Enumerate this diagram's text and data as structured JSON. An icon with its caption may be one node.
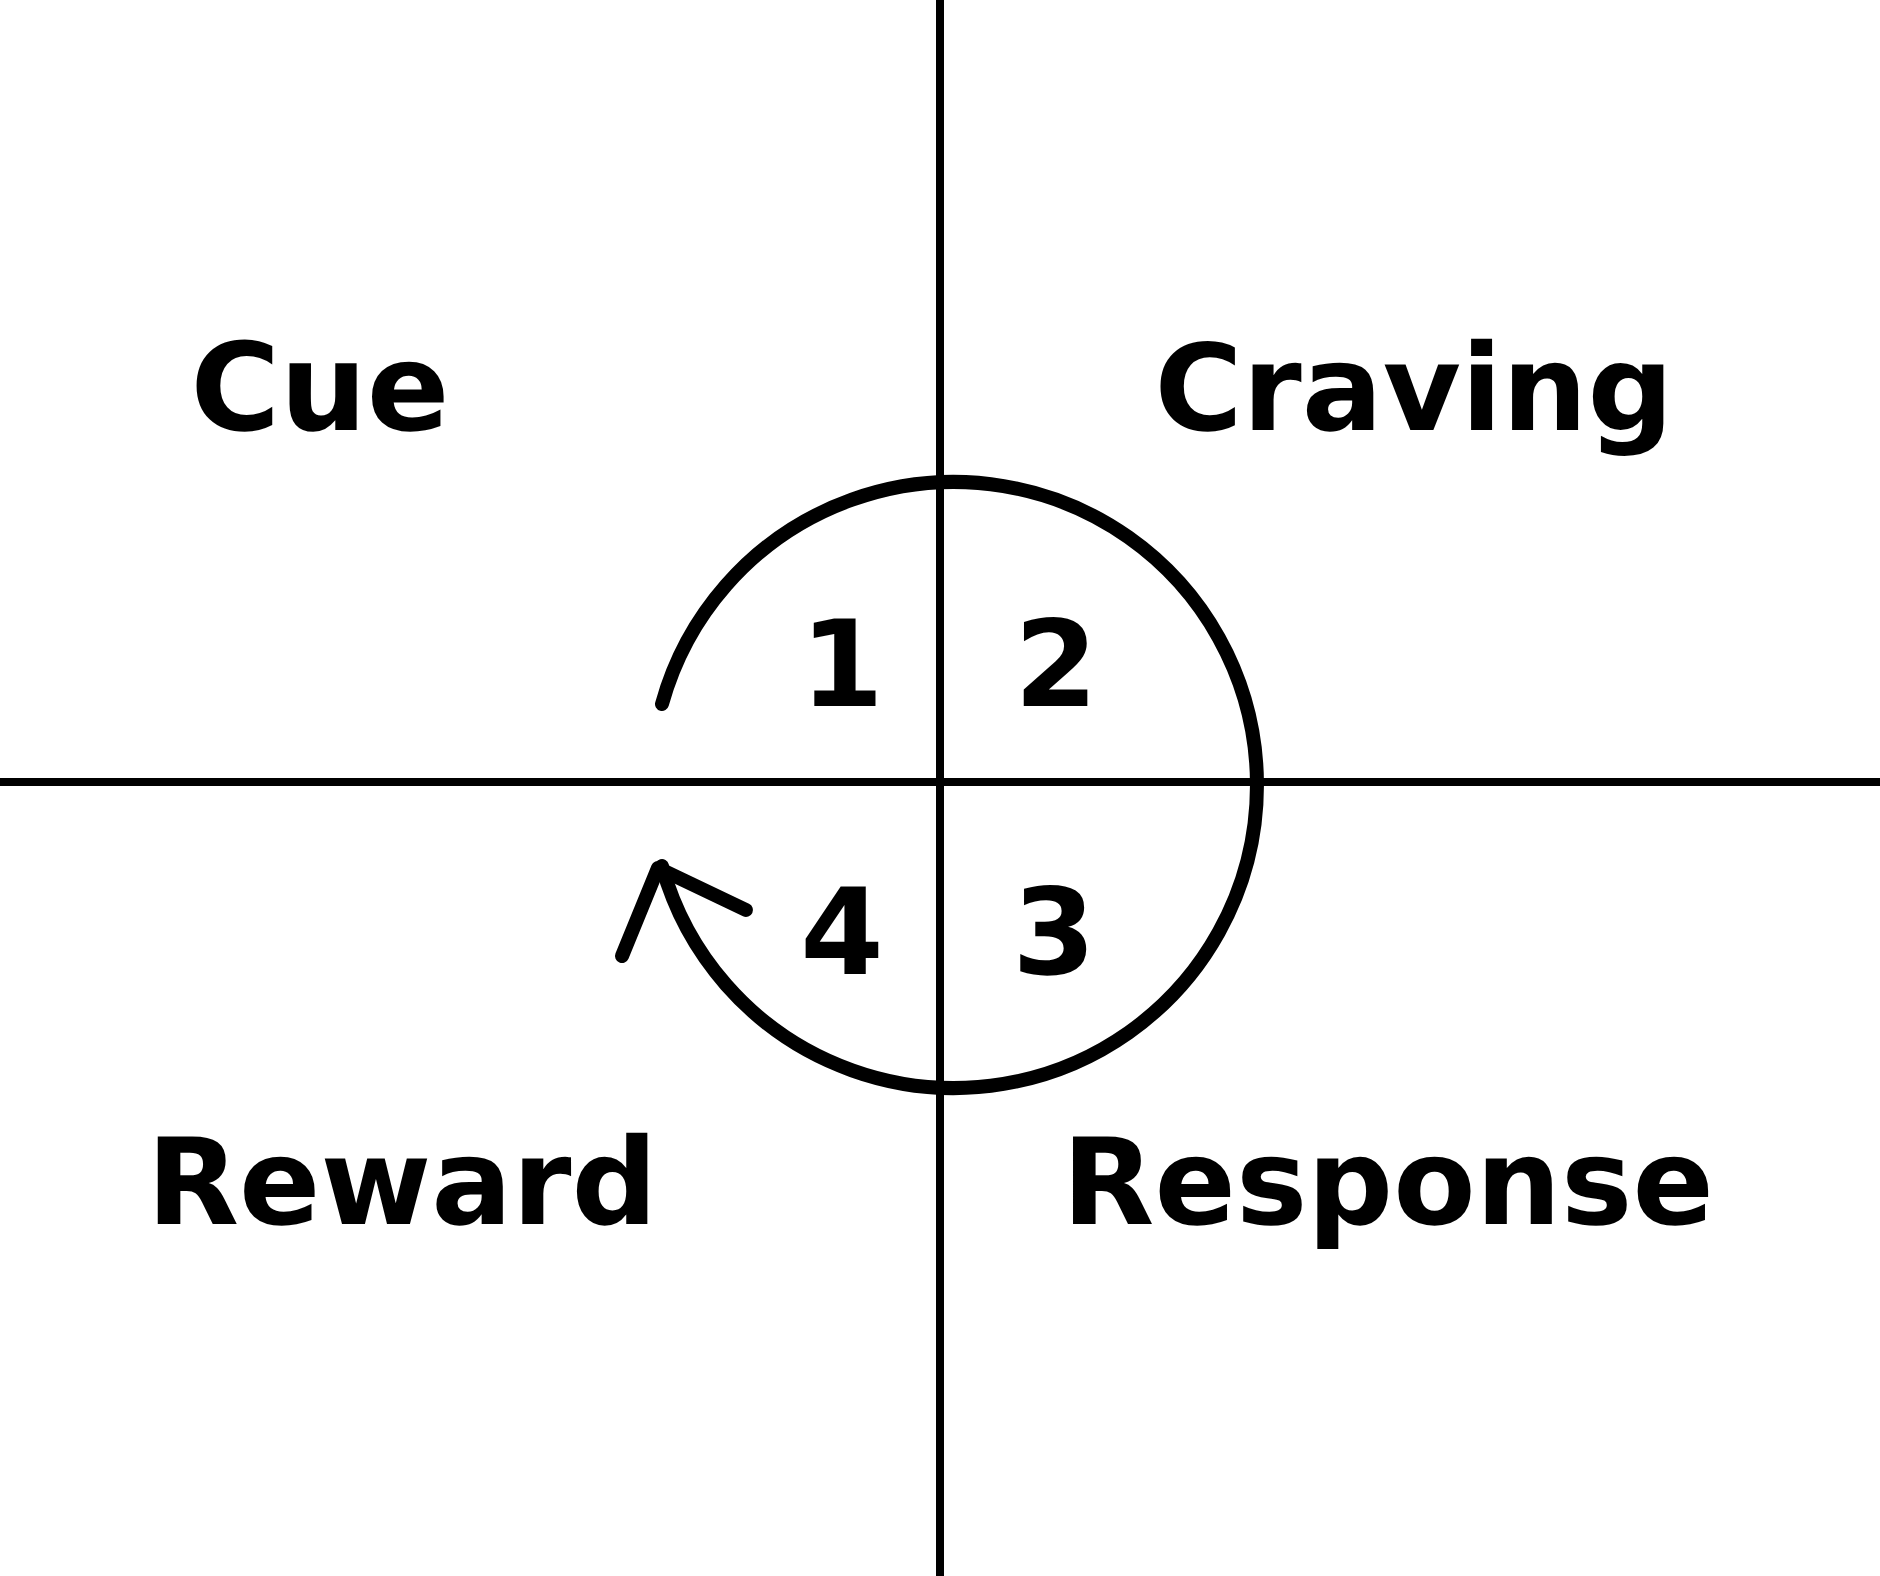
{
  "diagram": {
    "labels": [
      "Cue",
      "Craving",
      "1",
      "2",
      "4",
      "3",
      "Reward",
      "Response"
    ]
  }
}
